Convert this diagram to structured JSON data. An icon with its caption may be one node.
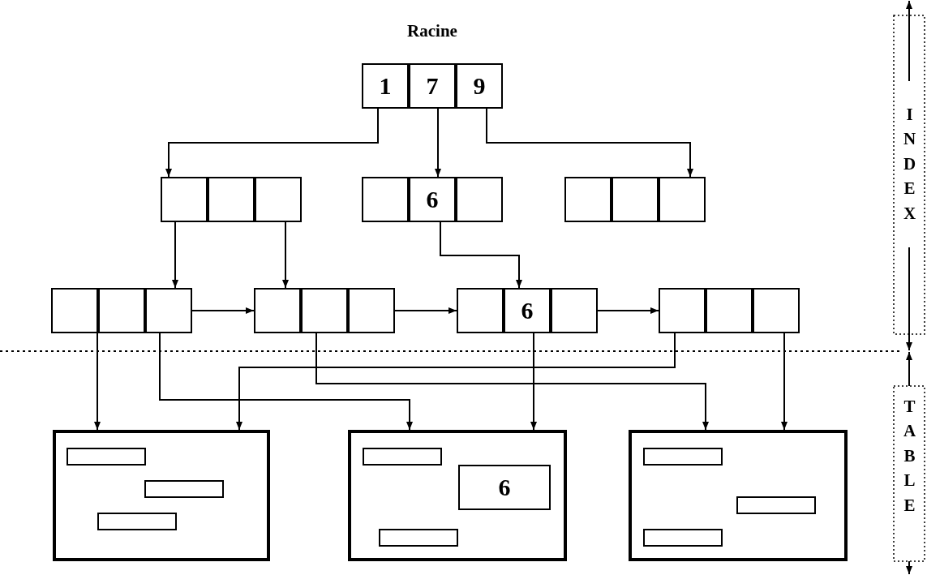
{
  "diagram": {
    "nodes": [
      {
        "text": [],
        "shape": "box",
        "beside": [
          "Racine"
        ]
      },
      {
        "text": [
          "1"
        ],
        "in": 0
      },
      {
        "text": [
          "7"
        ],
        "in": 0
      },
      {
        "text": [
          "9"
        ],
        "in": 0
      },
      {
        "text": [],
        "shape": "box"
      },
      {
        "text": [],
        "shape": "box",
        "in": 4
      },
      {
        "text": [],
        "shape": "box",
        "in": 4
      },
      {
        "text": [],
        "shape": "box",
        "in": 4
      },
      {
        "text": [],
        "shape": "box"
      },
      {
        "text": [],
        "shape": "box",
        "in": 8
      },
      {
        "text": [
          "6"
        ],
        "in": 8
      },
      {
        "text": [],
        "shape": "box",
        "in": 8
      },
      {
        "text": [],
        "shape": "box"
      },
      {
        "text": [],
        "shape": "box",
        "in": 12
      },
      {
        "text": [],
        "shape": "box",
        "in": 12
      },
      {
        "text": [],
        "shape": "box",
        "in": 12
      },
      {
        "text": [],
        "shape": "box"
      },
      {
        "text": [],
        "shape": "box",
        "in": 16
      },
      {
        "text": [],
        "shape": "box",
        "in": 16
      },
      {
        "text": [],
        "shape": "box",
        "in": 16
      },
      {
        "text": [],
        "shape": "box"
      },
      {
        "text": [],
        "shape": "box",
        "in": 20
      },
      {
        "text": [],
        "shape": "box",
        "in": 20
      },
      {
        "text": [],
        "shape": "box",
        "in": 20
      },
      {
        "text": [],
        "shape": "box"
      },
      {
        "text": [],
        "shape": "box",
        "in": 24
      },
      {
        "text": [
          "6"
        ],
        "in": 24
      },
      {
        "text": [],
        "shape": "box",
        "in": 24
      },
      {
        "text": [],
        "shape": "box"
      },
      {
        "text": [],
        "shape": "box",
        "in": 28
      },
      {
        "text": [],
        "shape": "box",
        "in": 28
      },
      {
        "text": [],
        "shape": "box",
        "in": 28
      },
      {
        "text": [],
        "shape": "box"
      },
      {
        "text": [],
        "shape": "box",
        "in": 32
      },
      {
        "text": [],
        "shape": "box",
        "in": 32
      },
      {
        "text": [],
        "shape": "box",
        "in": 32
      },
      {
        "text": [],
        "shape": "box"
      },
      {
        "text": [],
        "shape": "box",
        "in": 36
      },
      {
        "text": [
          "6"
        ],
        "in": 36
      },
      {
        "text": [],
        "shape": "box",
        "in": 36
      },
      {
        "text": [],
        "shape": "box"
      },
      {
        "text": [],
        "shape": "box",
        "in": 40
      },
      {
        "text": [],
        "shape": "box",
        "in": 40
      },
      {
        "text": [],
        "shape": "box",
        "in": 40
      }
    ],
    "edges": [
      {
        "from": 1,
        "to": 4,
        "arrow": "to"
      },
      {
        "from": 2,
        "to": 8,
        "arrow": "to"
      },
      {
        "from": 3,
        "to": 12,
        "arrow": "to"
      },
      {
        "from": 5,
        "to": 16,
        "arrow": "to"
      },
      {
        "from": 7,
        "to": 20,
        "arrow": "to"
      },
      {
        "from": 10,
        "to": 24,
        "arrow": "to"
      },
      {
        "from": 19,
        "to": 20,
        "arrow": "to"
      },
      {
        "from": 23,
        "to": 24,
        "arrow": "to"
      },
      {
        "from": 27,
        "to": 28,
        "arrow": "to"
      },
      {
        "from": 17,
        "to": 32,
        "arrow": "to"
      },
      {
        "from": 19,
        "to": 36,
        "arrow": "to"
      },
      {
        "from": 22,
        "to": 40,
        "arrow": "to"
      },
      {
        "from": 26,
        "to": 36,
        "arrow": "to"
      },
      {
        "from": 29,
        "to": 32,
        "arrow": "to"
      },
      {
        "from": 31,
        "to": 40,
        "arrow": "to"
      }
    ],
    "labels": [
      "INDEX",
      "TABLE"
    ]
  }
}
